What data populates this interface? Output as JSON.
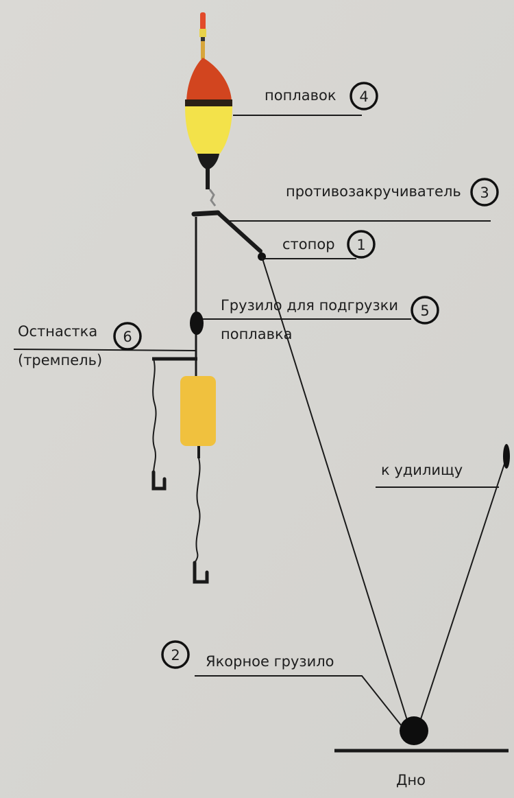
{
  "diagram": {
    "labels": {
      "float": "поплавок",
      "swivel": "противозакручиватель",
      "stopper": "стопор",
      "weight_line1": "Грузило для подгрузки",
      "weight_line2": "поплавка",
      "rig_line1": "Остнастка",
      "rig_line2": "(тремпель)",
      "to_rod": "к удилищу",
      "anchor": "Якорное грузило",
      "bottom": "Дно"
    },
    "numbers": {
      "float": "4",
      "swivel": "3",
      "stopper": "1",
      "weight": "5",
      "rig": "6",
      "anchor": "2"
    },
    "colors": {
      "background": "#d8d7d3",
      "float_top": "#d2451f",
      "float_body": "#f3e24a",
      "bait": "#f0c13e",
      "line": "#1a1a1a"
    }
  }
}
